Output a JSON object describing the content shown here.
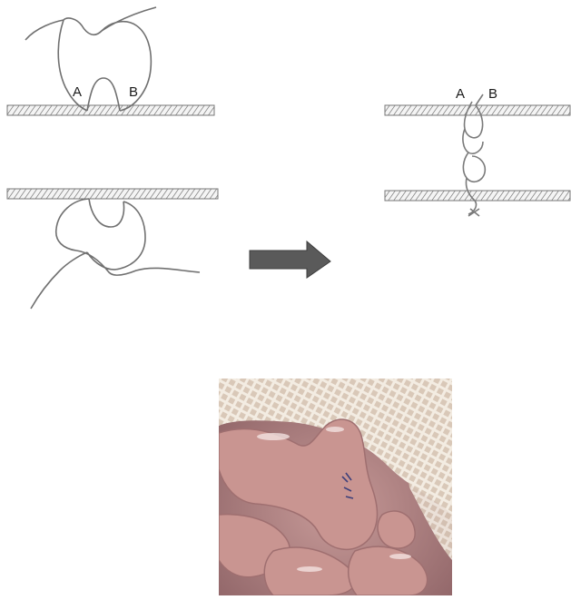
{
  "diagram": {
    "before": {
      "label_a": "A",
      "label_b": "B"
    },
    "after": {
      "label_a": "A",
      "label_b": "B"
    },
    "arrow": "right-arrow-icon"
  },
  "photo": {
    "subject": "intestinal-loops-with-gauze"
  },
  "colors": {
    "wall_hatch": "#6e6e6e",
    "suture": "#707070",
    "arrow_fill": "#5a5a5a",
    "tissue": "#b98a8a",
    "gauze": "#ece4d8"
  }
}
